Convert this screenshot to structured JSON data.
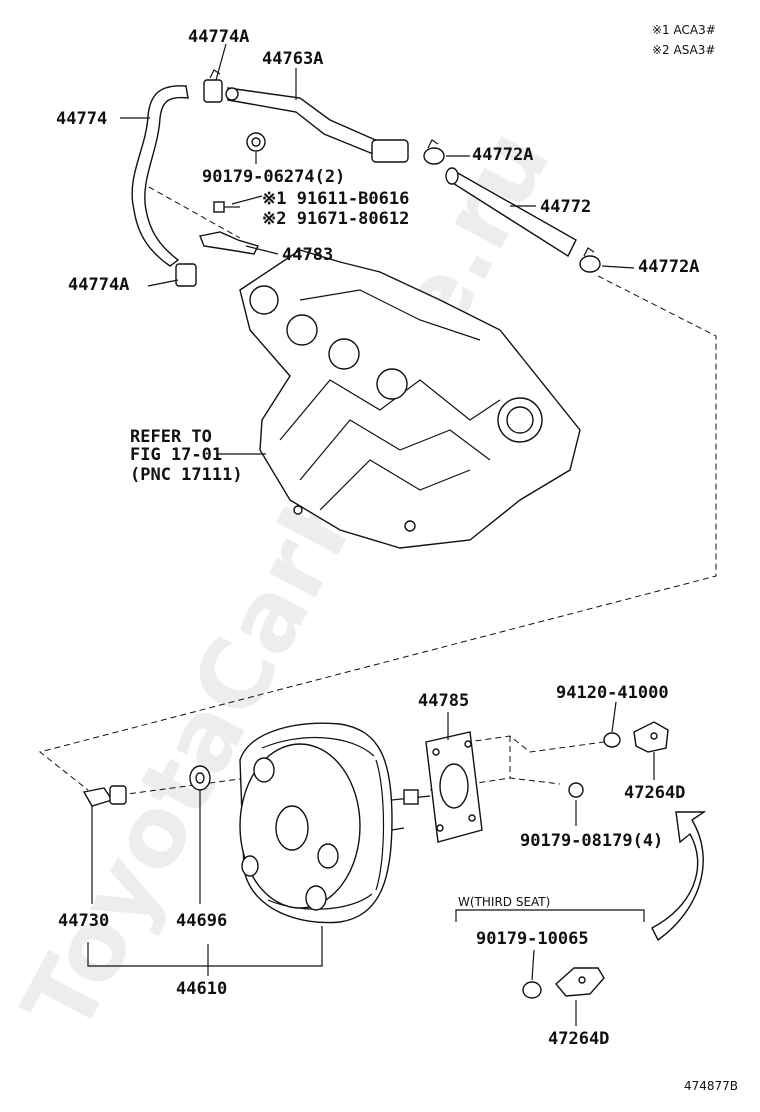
{
  "notes": {
    "note1": "※1 ACA3#",
    "note2": "※2 ASA3#"
  },
  "labels": {
    "p44774A_top": "44774A",
    "p44763A": "44763A",
    "p44774": "44774",
    "p90179_06274": "90179-06274(2)",
    "p91611": "※1 91611-B0616",
    "p91671": "※2 91671-80612",
    "p44772A_top": "44772A",
    "p44772": "44772",
    "p44783": "44783",
    "p44774A_bot": "44774A",
    "p44772A_bot": "44772A",
    "refer_line1": "REFER TO",
    "refer_line2": "FIG 17-01",
    "refer_line3": "(PNC 17111)",
    "p44785": "44785",
    "p94120": "94120-41000",
    "p47264D_top": "47264D",
    "p90179_08179": "90179-08179(4)",
    "third_seat": "W(THIRD SEAT)",
    "p90179_10065": "90179-10065",
    "p47264D_bot": "47264D",
    "p44730": "44730",
    "p44696": "44696",
    "p44610": "44610"
  },
  "watermark": "ToyotaCarHome.ru",
  "diagram_code": "474877B"
}
